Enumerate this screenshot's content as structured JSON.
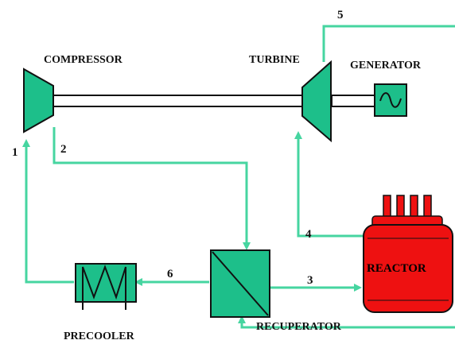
{
  "diagram": {
    "components": {
      "compressor": "COMPRESSOR",
      "turbine": "TURBINE",
      "generator": "GENERATOR",
      "reactor": "REACTOR",
      "recuperator": "RECUPERATOR",
      "precooler": "PRECOOLER"
    },
    "state_points": {
      "p1": "1",
      "p2": "2",
      "p3": "3",
      "p4": "4",
      "p5": "5",
      "p6": "6"
    },
    "colors": {
      "flow_line": "#46d5a0",
      "component_fill": "#1dbf8a",
      "reactor_fill": "#ee1111",
      "outline": "#111111",
      "shaft": "#111111"
    },
    "icons": {
      "generator": "sine-wave-icon",
      "precooler": "zigzag-coil-icon",
      "recuperator": "diagonal-exchanger-icon"
    }
  }
}
